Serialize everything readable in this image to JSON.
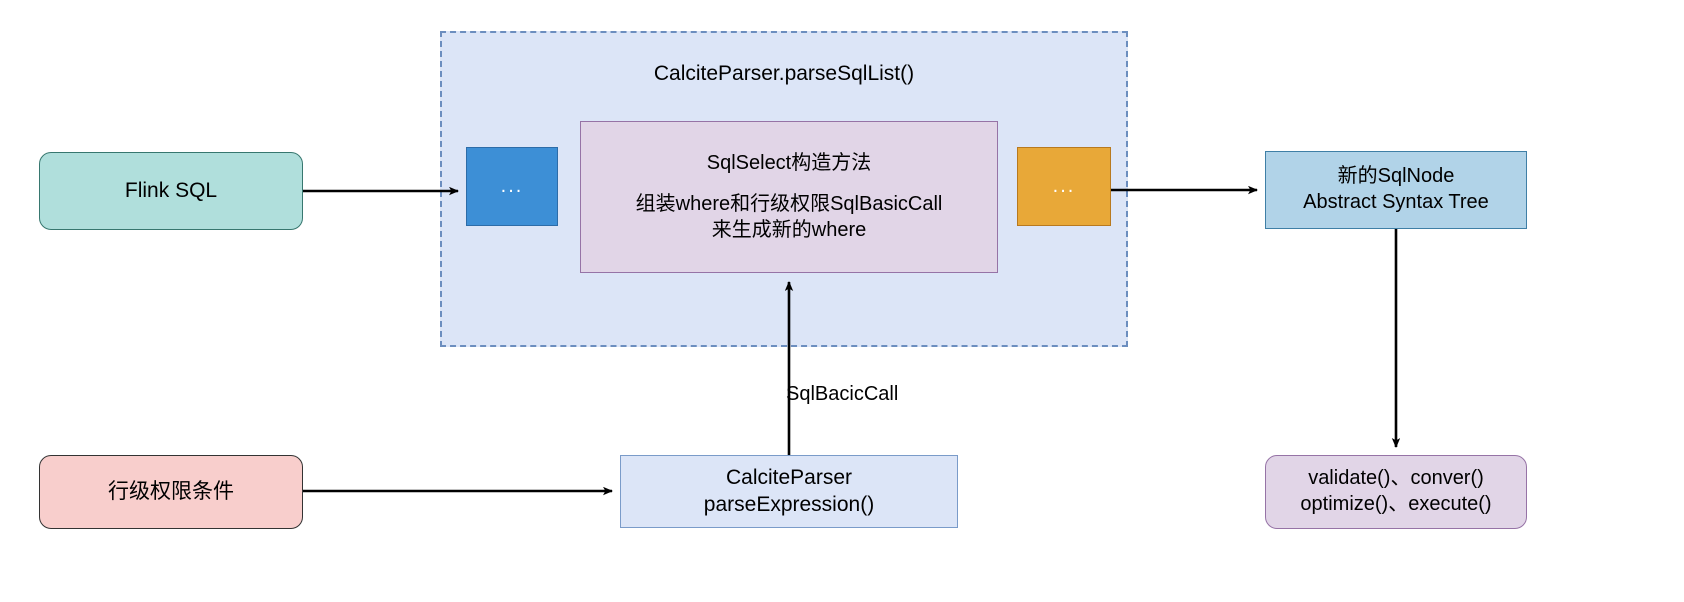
{
  "diagram": {
    "type": "flowchart",
    "title_visible": false,
    "group": {
      "label": "CalciteParser.parseSqlList()",
      "style": "dashed-container",
      "fill": "#dce5f7",
      "border": "#6c8ebf"
    },
    "nodes": [
      {
        "id": "flink-sql",
        "lines": [
          "Flink SQL"
        ],
        "fill": "#b0dfdc",
        "border": "#37776f",
        "shape": "rounded-rect"
      },
      {
        "id": "dots-blue",
        "lines": [
          "..."
        ],
        "fill": "#3d8fd6",
        "border": "#2d6ca8",
        "shape": "rect"
      },
      {
        "id": "sql-select",
        "lines": [
          "SqlSelect构造方法",
          "组装where和行级权限SqlBasicCall",
          "来生成新的where"
        ],
        "fill": "#e1d5e7",
        "border": "#9673a6",
        "shape": "rect"
      },
      {
        "id": "dots-orange",
        "lines": [
          "..."
        ],
        "fill": "#e8a838",
        "border": "#b8791f",
        "shape": "rect"
      },
      {
        "id": "ast",
        "lines": [
          "新的SqlNode",
          "Abstract Syntax Tree"
        ],
        "fill": "#b1d3e8",
        "border": "#3f7fa6",
        "shape": "rect"
      },
      {
        "id": "row-permission",
        "lines": [
          "行级权限条件"
        ],
        "fill": "#f8cecc",
        "border": "#333333",
        "shape": "rounded-rect"
      },
      {
        "id": "calcite-parser",
        "lines": [
          "CalciteParser",
          "parseExpression()"
        ],
        "fill": "#dce5f7",
        "border": "#7a9bc9",
        "shape": "rect"
      },
      {
        "id": "post-ops",
        "lines": [
          "validate()、conver()",
          "optimize()、execute()"
        ],
        "fill": "#e1d5e7",
        "border": "#9673a6",
        "shape": "rounded-rect"
      }
    ],
    "edges": [
      {
        "from": "flink-sql",
        "to": "dots-blue",
        "label": ""
      },
      {
        "from": "dots-orange",
        "to": "ast",
        "label": ""
      },
      {
        "from": "row-permission",
        "to": "calcite-parser",
        "label": ""
      },
      {
        "from": "calcite-parser",
        "to": "sql-select",
        "label": "SqlBacicCall"
      },
      {
        "from": "ast",
        "to": "post-ops",
        "label": ""
      }
    ],
    "edge_labels": {
      "sql_basic_call": "SqlBacicCall"
    },
    "arrow_color": "#000000"
  }
}
